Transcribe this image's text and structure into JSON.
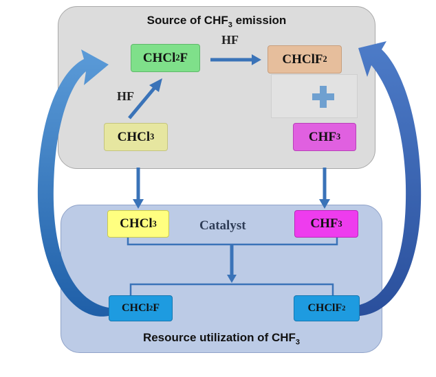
{
  "top_panel": {
    "title_main": "Source of CHF",
    "title_sub": "3",
    "title_tail": " emission"
  },
  "bottom_panel": {
    "title_main": "Resource utilization of CHF",
    "title_sub": "3"
  },
  "nodes": {
    "chcl2f_top": {
      "main": "CHCl",
      "sub": "2",
      "tail": "F"
    },
    "chclf2_top": {
      "main": "CHClF",
      "sub": "2",
      "tail": ""
    },
    "chcl3_top": {
      "main": "CHCl",
      "sub": "3",
      "tail": ""
    },
    "chf3_top": {
      "main": "CHF",
      "sub": "3",
      "tail": ""
    },
    "chcl3_bottom": {
      "main": "CHCl",
      "sub": "3",
      "tail": ""
    },
    "chf3_bottom": {
      "main": "CHF",
      "sub": "3",
      "tail": ""
    },
    "chcl2f_bottom": {
      "main": "CHCl",
      "sub": "2",
      "tail": "F"
    },
    "chclf2_bottom": {
      "main": "CHClF",
      "sub": "2",
      "tail": ""
    }
  },
  "labels": {
    "hf_top": "HF",
    "hf_diag": "HF",
    "catalyst": "Catalyst"
  },
  "colors": {
    "top_panel_bg": "#dcdcdc",
    "bottom_panel_bg": "#bccbe6",
    "chcl2f_top": "#7fe08a",
    "chclf2_top": "#e6be9c",
    "chcl3_top": "#e6e6a0",
    "chf3_top": "#e060e0",
    "chcl3_bottom": "#ffff80",
    "chf3_bottom": "#ee3cee",
    "product_boxes": "#1e9be0",
    "arrow": "#3a73b8",
    "plus": "#6fa0d0"
  }
}
